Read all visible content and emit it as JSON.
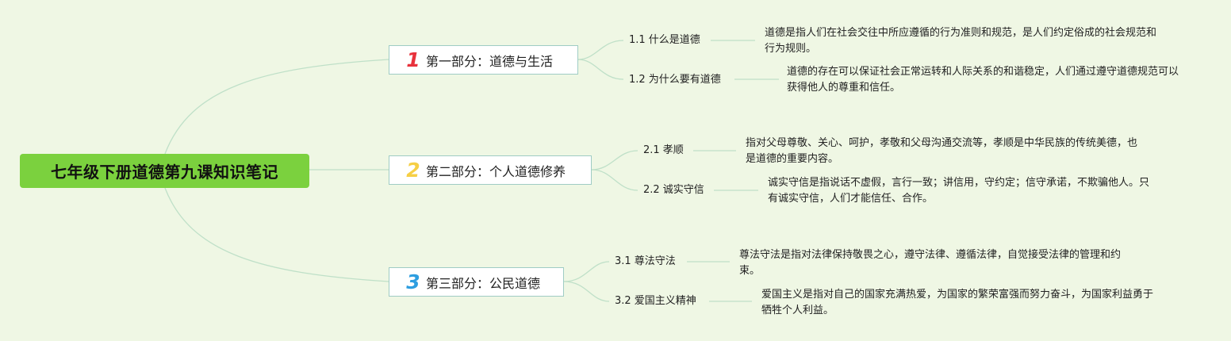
{
  "root": {
    "title": "七年级下册道德第九课知识笔记"
  },
  "colors": {
    "background": "#eff7e4",
    "root_fill": "#7bd13e",
    "section_border": "#9fccc4",
    "line": "#bfe0c8",
    "num1": "#e8323c",
    "num2": "#f6cf45",
    "num3": "#2e9ee0"
  },
  "sections": [
    {
      "number": "1",
      "title": "第一部分：道德与生活",
      "items": [
        {
          "label": "1.1 什么是道德",
          "text": "道德是指人们在社会交往中所应遵循的行为准则和规范，是人们约定俗成的社会规范和行为规则。"
        },
        {
          "label": "1.2 为什么要有道德",
          "text": "道德的存在可以保证社会正常运转和人际关系的和谐稳定，人们通过遵守道德规范可以获得他人的尊重和信任。"
        }
      ]
    },
    {
      "number": "2",
      "title": "第二部分：个人道德修养",
      "items": [
        {
          "label": "2.1 孝顺",
          "text": "指对父母尊敬、关心、呵护，孝敬和父母沟通交流等，孝顺是中华民族的传统美德，也是道德的重要内容。"
        },
        {
          "label": "2.2 诚实守信",
          "text": "诚实守信是指说话不虚假，言行一致；讲信用，守约定；信守承诺，不欺骗他人。只有诚实守信，人们才能信任、合作。"
        }
      ]
    },
    {
      "number": "3",
      "title": "第三部分：公民道德",
      "items": [
        {
          "label": "3.1 尊法守法",
          "text": "尊法守法是指对法律保持敬畏之心，遵守法律、遵循法律，自觉接受法律的管理和约束。"
        },
        {
          "label": "3.2 爱国主义精神",
          "text": "爱国主义是指对自己的国家充满热爱，为国家的繁荣富强而努力奋斗，为国家利益勇于牺牲个人利益。"
        }
      ]
    }
  ]
}
